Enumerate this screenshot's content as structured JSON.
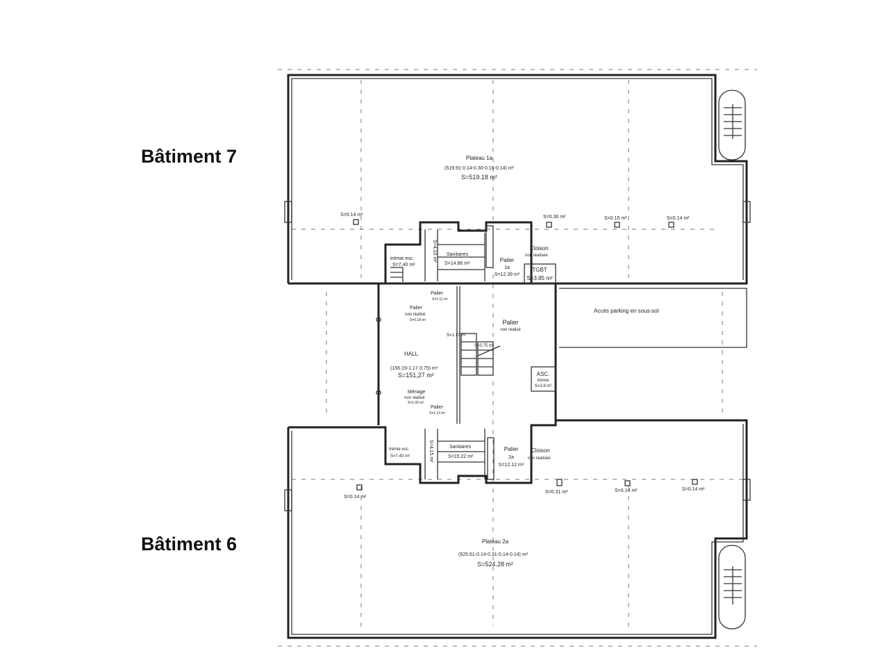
{
  "buildings": {
    "top_label": "Bâtiment 7",
    "bottom_label": "Bâtiment 6"
  },
  "top": {
    "plateau_name": "Plateau 1a",
    "plateau_calc": "(519.91-0.14-0.30-0.15-0.14) m²",
    "plateau_area": "S=519.18 m²",
    "columns": [
      "S=0.14 m²",
      "S=0.30 m²",
      "S=0.15 m²",
      "S=0.14 m²"
    ],
    "tremie_name": "trémie esc.",
    "tremie_area": "S=7.40 m²",
    "gaine_area": "S=4.10 m²",
    "sanitaires_name": "Sanitaires",
    "sanitaires_area": "S=14.86 m²",
    "palier_name": "Palier",
    "palier_num": "1a",
    "palier_area": "S=12.39 m²",
    "cloison": "Cloison",
    "cloison_sub": "non réalisée",
    "tgbt_name": "TGBT",
    "tgbt_area": "S=3.85 m²"
  },
  "hall": {
    "palier_small": "Palier",
    "palier_small_area": "S=1.11 m²",
    "palier_nr": "Palier",
    "palier_nr_sub": "non réalisé",
    "palier_nr_area": "S=0.18 m²",
    "center_palier": "Palier",
    "center_palier_sub": "non réalisé",
    "stair_area": "S=1.17 m²",
    "stair_area2": "S=0.75 m²",
    "name": "HALL",
    "calc": "(156.19-1.17-3.75) m²",
    "area": "S=151,27 m²",
    "menage": "Ménage",
    "menage_sub": "non réalisé",
    "menage_area": "S=1.05 m²",
    "palier2": "Palier",
    "palier2_area": "S=1.13 m²",
    "asc": "ASC.",
    "asc_sub": "trémie",
    "asc_area": "S=3.8 m²",
    "parking": "Accès parking en sous-sol"
  },
  "bottom": {
    "tremie_name": "trémie esc.",
    "tremie_area": "S=7.40 m²",
    "gaine_area": "S=4.15 m²",
    "sanitaires_name": "Sanitaires",
    "sanitaires_area": "S=15.22 m²",
    "palier_name": "Palier",
    "palier_num": "2a",
    "palier_area": "S=12.12 m²",
    "cloison": "Cloison",
    "cloison_sub": "non réalisée",
    "columns": [
      "S=0.14 m²",
      "S=0.31 m²",
      "S=0.14 m²",
      "S=0.14 m²"
    ],
    "plateau_name": "Plateau 2a",
    "plateau_calc": "(525.61-0.14-0.31-0.14-0.14) m²",
    "plateau_area": "S=524.28 m²"
  }
}
